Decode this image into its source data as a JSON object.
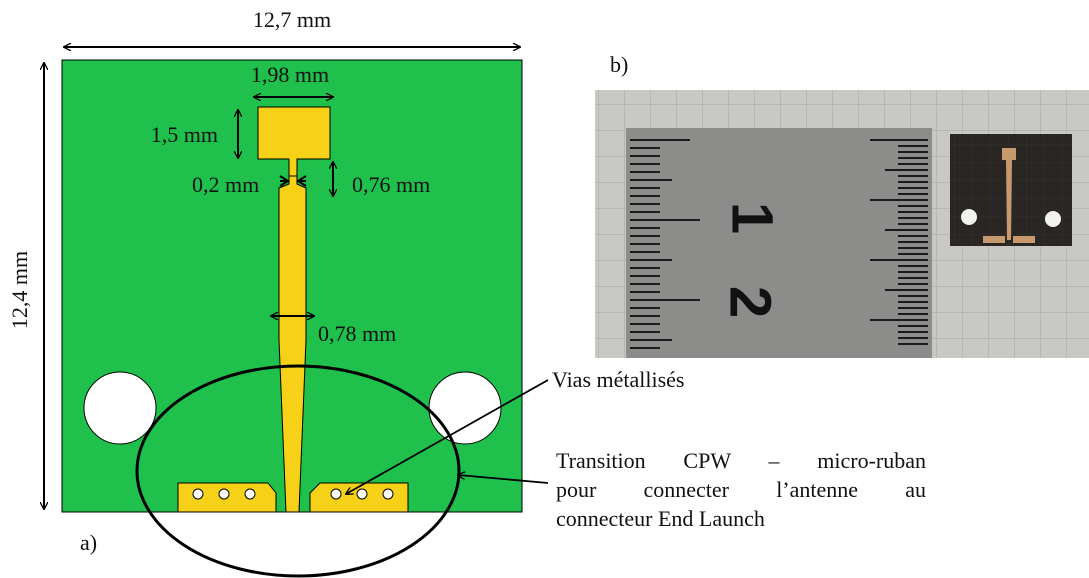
{
  "panel_a": {
    "label": "a)",
    "dimensions": {
      "width": "12,7 mm",
      "height": "12,4 mm",
      "patch_width": "1,98 mm",
      "patch_height": "1,5 mm",
      "neck_width": "0,2 mm",
      "neck_length": "0,76 mm",
      "line_width": "0,78 mm"
    },
    "colors": {
      "substrate": "#1fc14c",
      "metal": "#f7d117",
      "hole": "#ffffff",
      "outline": "#000000"
    }
  },
  "panel_b": {
    "label": "b)",
    "ruler_digits": [
      "1",
      "2"
    ],
    "colors": {
      "photo_background": "#c8c8c4",
      "ruler": "#8c8c8a",
      "sample": "#2a2624",
      "copper": "#c79a6e"
    }
  },
  "annotations": {
    "vias": "Vias métallisés",
    "transition_lines": [
      "Transition CPW – micro-ruban",
      "pour connecter l’antenne au",
      "connecteur End Launch"
    ]
  }
}
